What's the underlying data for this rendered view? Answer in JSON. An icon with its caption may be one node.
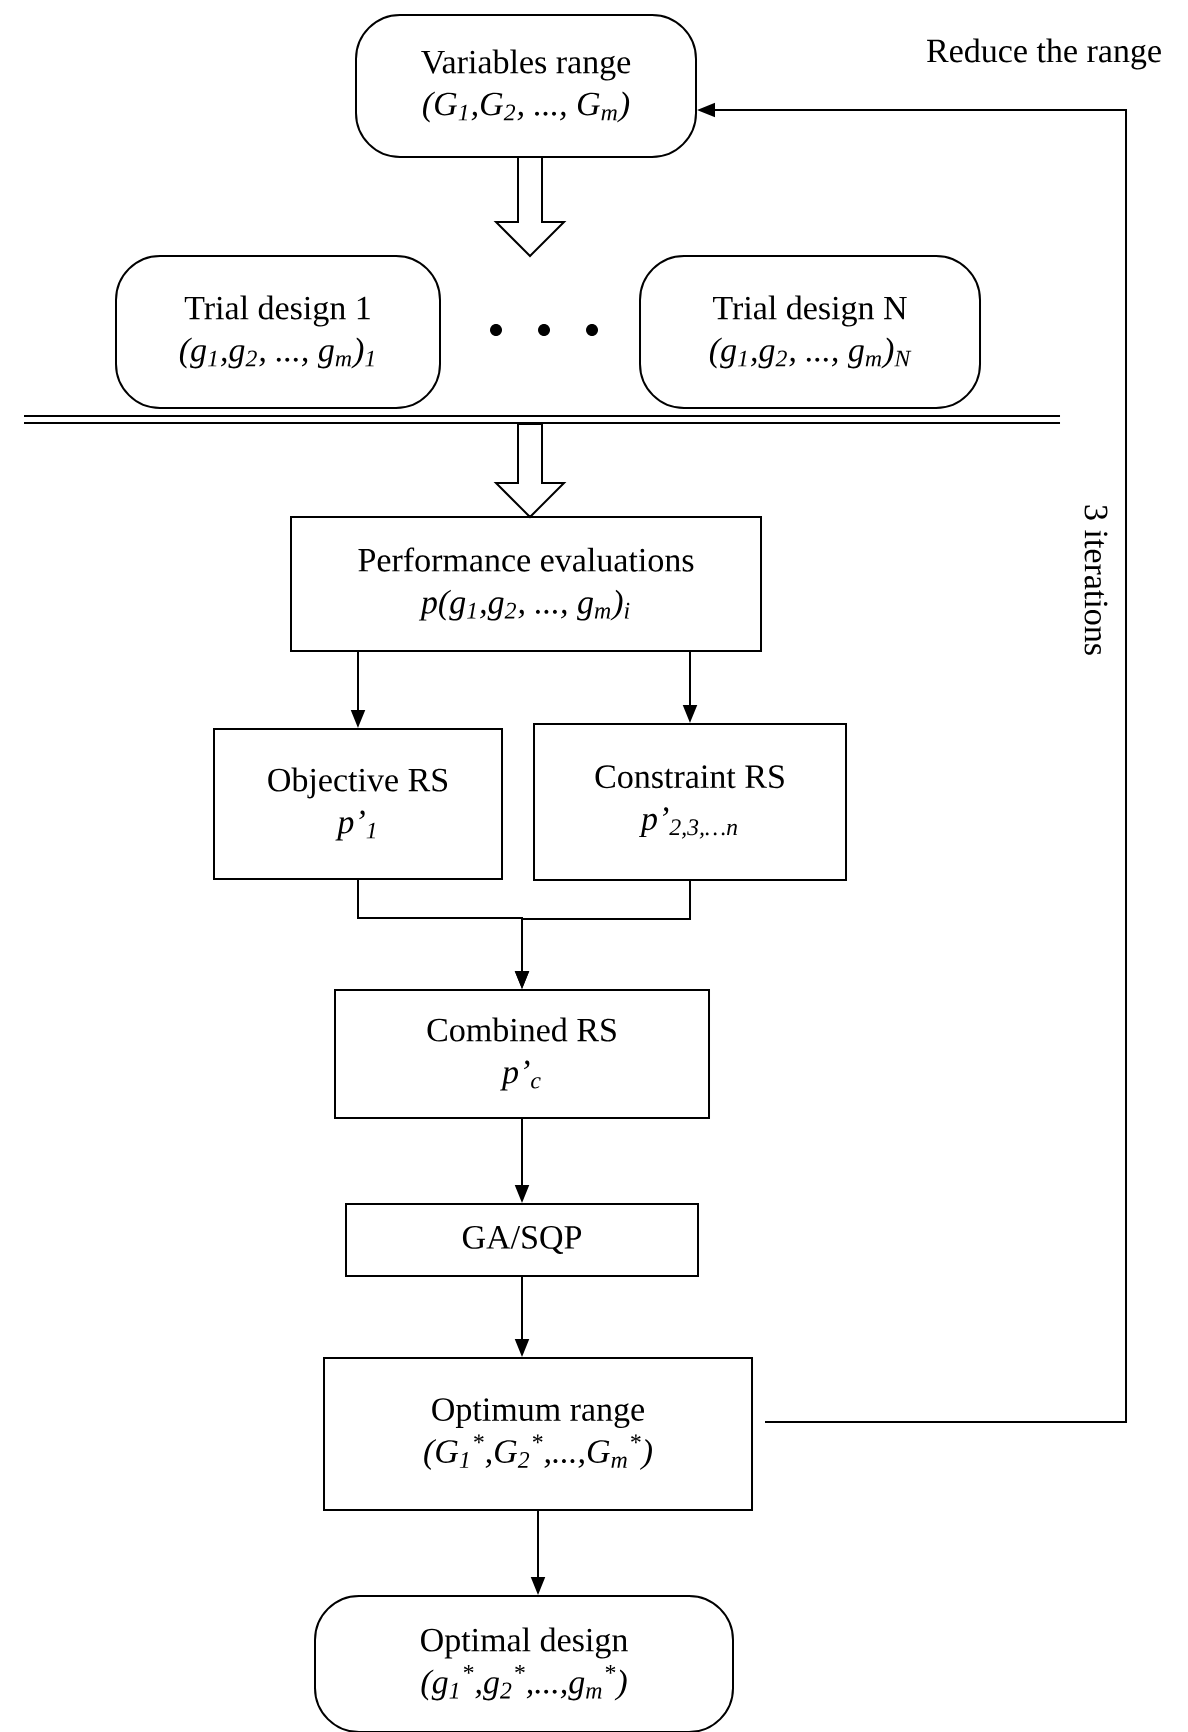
{
  "diagram": {
    "nodes": [
      {
        "text": [
          "Variables range",
          "(G$_{1}$,G$_{2}$, ..., G$_{m}$)"
        ]
      },
      {
        "text": [
          "Trial design 1",
          "(g$_{1}$,g$_{2}$, ..., g$_{m}$)$_{1}$"
        ]
      },
      {
        "text": [
          "Trial design N",
          "(g$_{1}$,g$_{2}$, ..., g$_{m}$)$_{N}$"
        ]
      },
      {
        "text": [
          "Performance evaluations",
          "p(g$_{1}$,g$_{2}$, ..., g$_{m}$)$_{i}$"
        ]
      },
      {
        "text": [
          "Objective RS",
          "p’$_{1}$"
        ]
      },
      {
        "text": [
          "Constraint RS",
          "p’$_{2,3,…n}$"
        ]
      },
      {
        "text": [
          "Combined RS",
          "p’$_{c}$"
        ]
      },
      {
        "text": [
          "GA/SQP"
        ]
      },
      {
        "text": [
          "Optimum range",
          "(G$_{1}$$^{*}$,G$_{2}$$^{*}$,...,G$_{m}$$^{*}$)"
        ]
      },
      {
        "text": [
          "Optimal design",
          "(g$_{1}$$^{*}$,g$_{2}$$^{*}$,...,g$_{m}$$^{*}$)"
        ]
      }
    ],
    "edges": [
      {
        "from": 0,
        "to": null,
        "arrow": "to",
        "style": "thick"
      },
      {
        "from": null,
        "to": 3,
        "arrow": "to",
        "style": "thick"
      },
      {
        "from": 3,
        "to": 4,
        "arrow": "to"
      },
      {
        "from": 3,
        "to": 5,
        "arrow": "to"
      },
      {
        "from": 4,
        "to": 6,
        "arrow": "to"
      },
      {
        "from": 5,
        "to": 6,
        "arrow": "to"
      },
      {
        "from": 6,
        "to": 7,
        "arrow": "to"
      },
      {
        "from": 7,
        "to": 8,
        "arrow": "to"
      },
      {
        "from": 8,
        "to": 9,
        "arrow": "to"
      },
      {
        "from": 8,
        "to": 0,
        "arrow": "to",
        "label": "Reduce the range"
      }
    ],
    "labels": [
      "3 iterations"
    ]
  }
}
